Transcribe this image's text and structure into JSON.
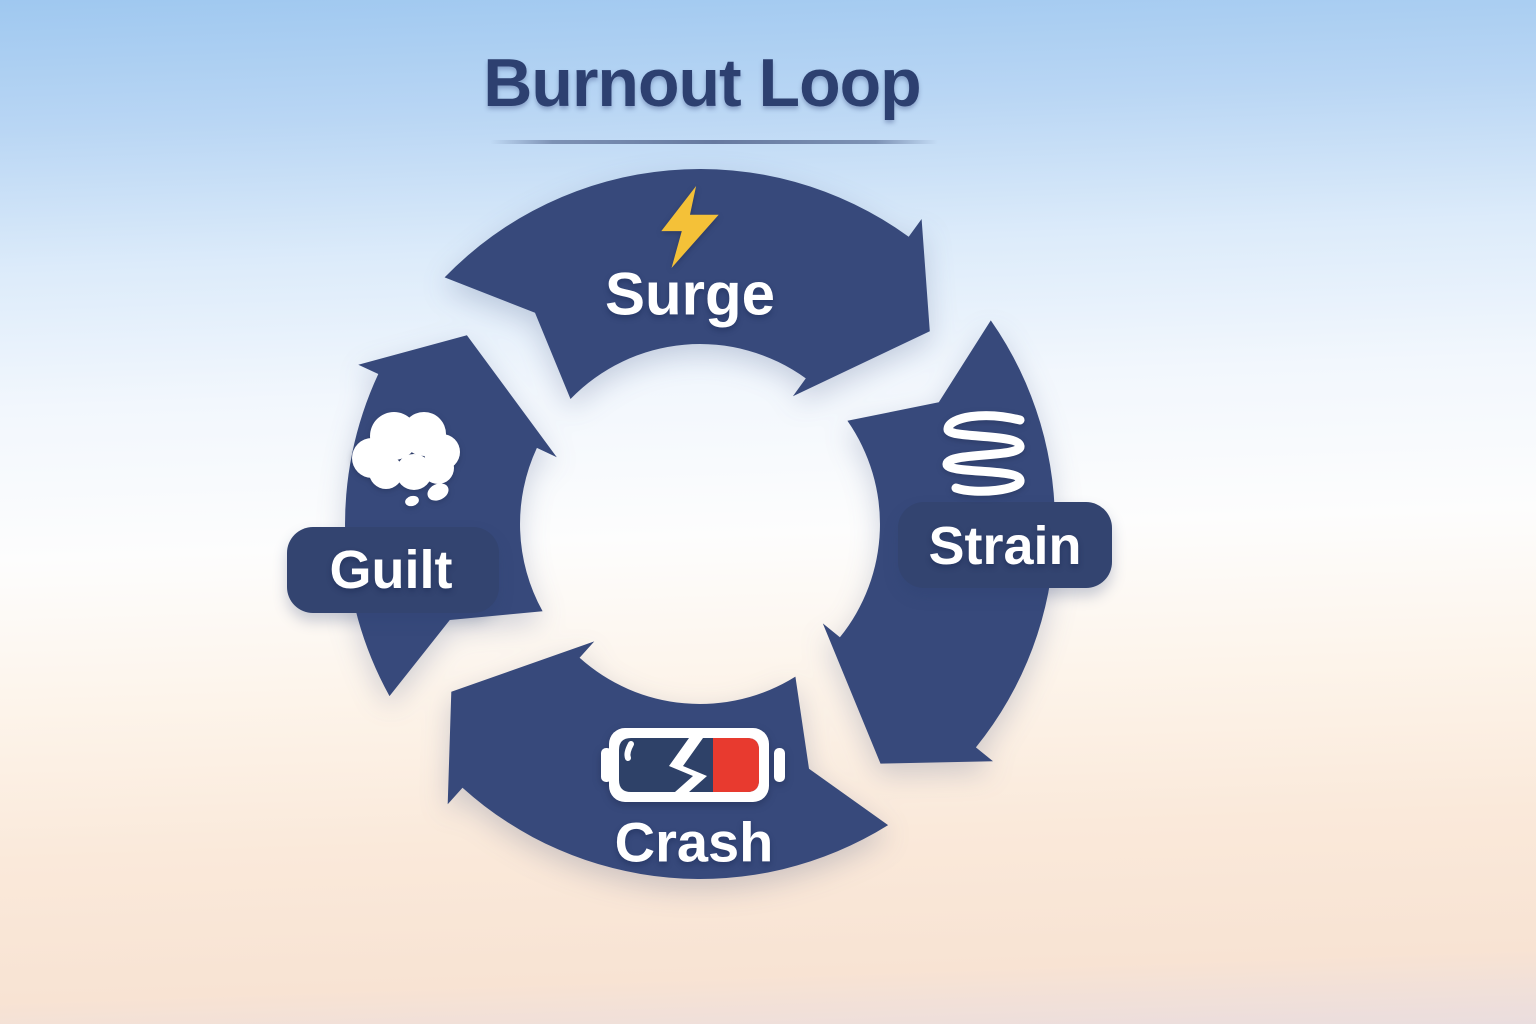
{
  "title": {
    "text": "Burnout Loop"
  },
  "cycle": {
    "direction": "clockwise",
    "stages": [
      {
        "id": "surge",
        "label": "Surge",
        "icon": "lightning-bolt-icon",
        "position": "top"
      },
      {
        "id": "strain",
        "label": "Strain",
        "icon": "coil-spring-icon",
        "position": "right"
      },
      {
        "id": "crash",
        "label": "Crash",
        "icon": "broken-battery-icon",
        "position": "bottom"
      },
      {
        "id": "guilt",
        "label": "Guilt",
        "icon": "thought-cloud-icon",
        "position": "left"
      }
    ]
  },
  "colors": {
    "arc_navy": "#37497b",
    "badge_navy": "#334470",
    "title_navy": "#2d4070",
    "label_white": "#ffffff",
    "icon_white": "#ffffff",
    "bolt_yellow": "#f4c138",
    "battery_red": "#e83a2f",
    "battery_navy": "#2e4168",
    "bg_top_blue": "#9fc8f0",
    "bg_bottom_peach": "#f8e3d3"
  }
}
